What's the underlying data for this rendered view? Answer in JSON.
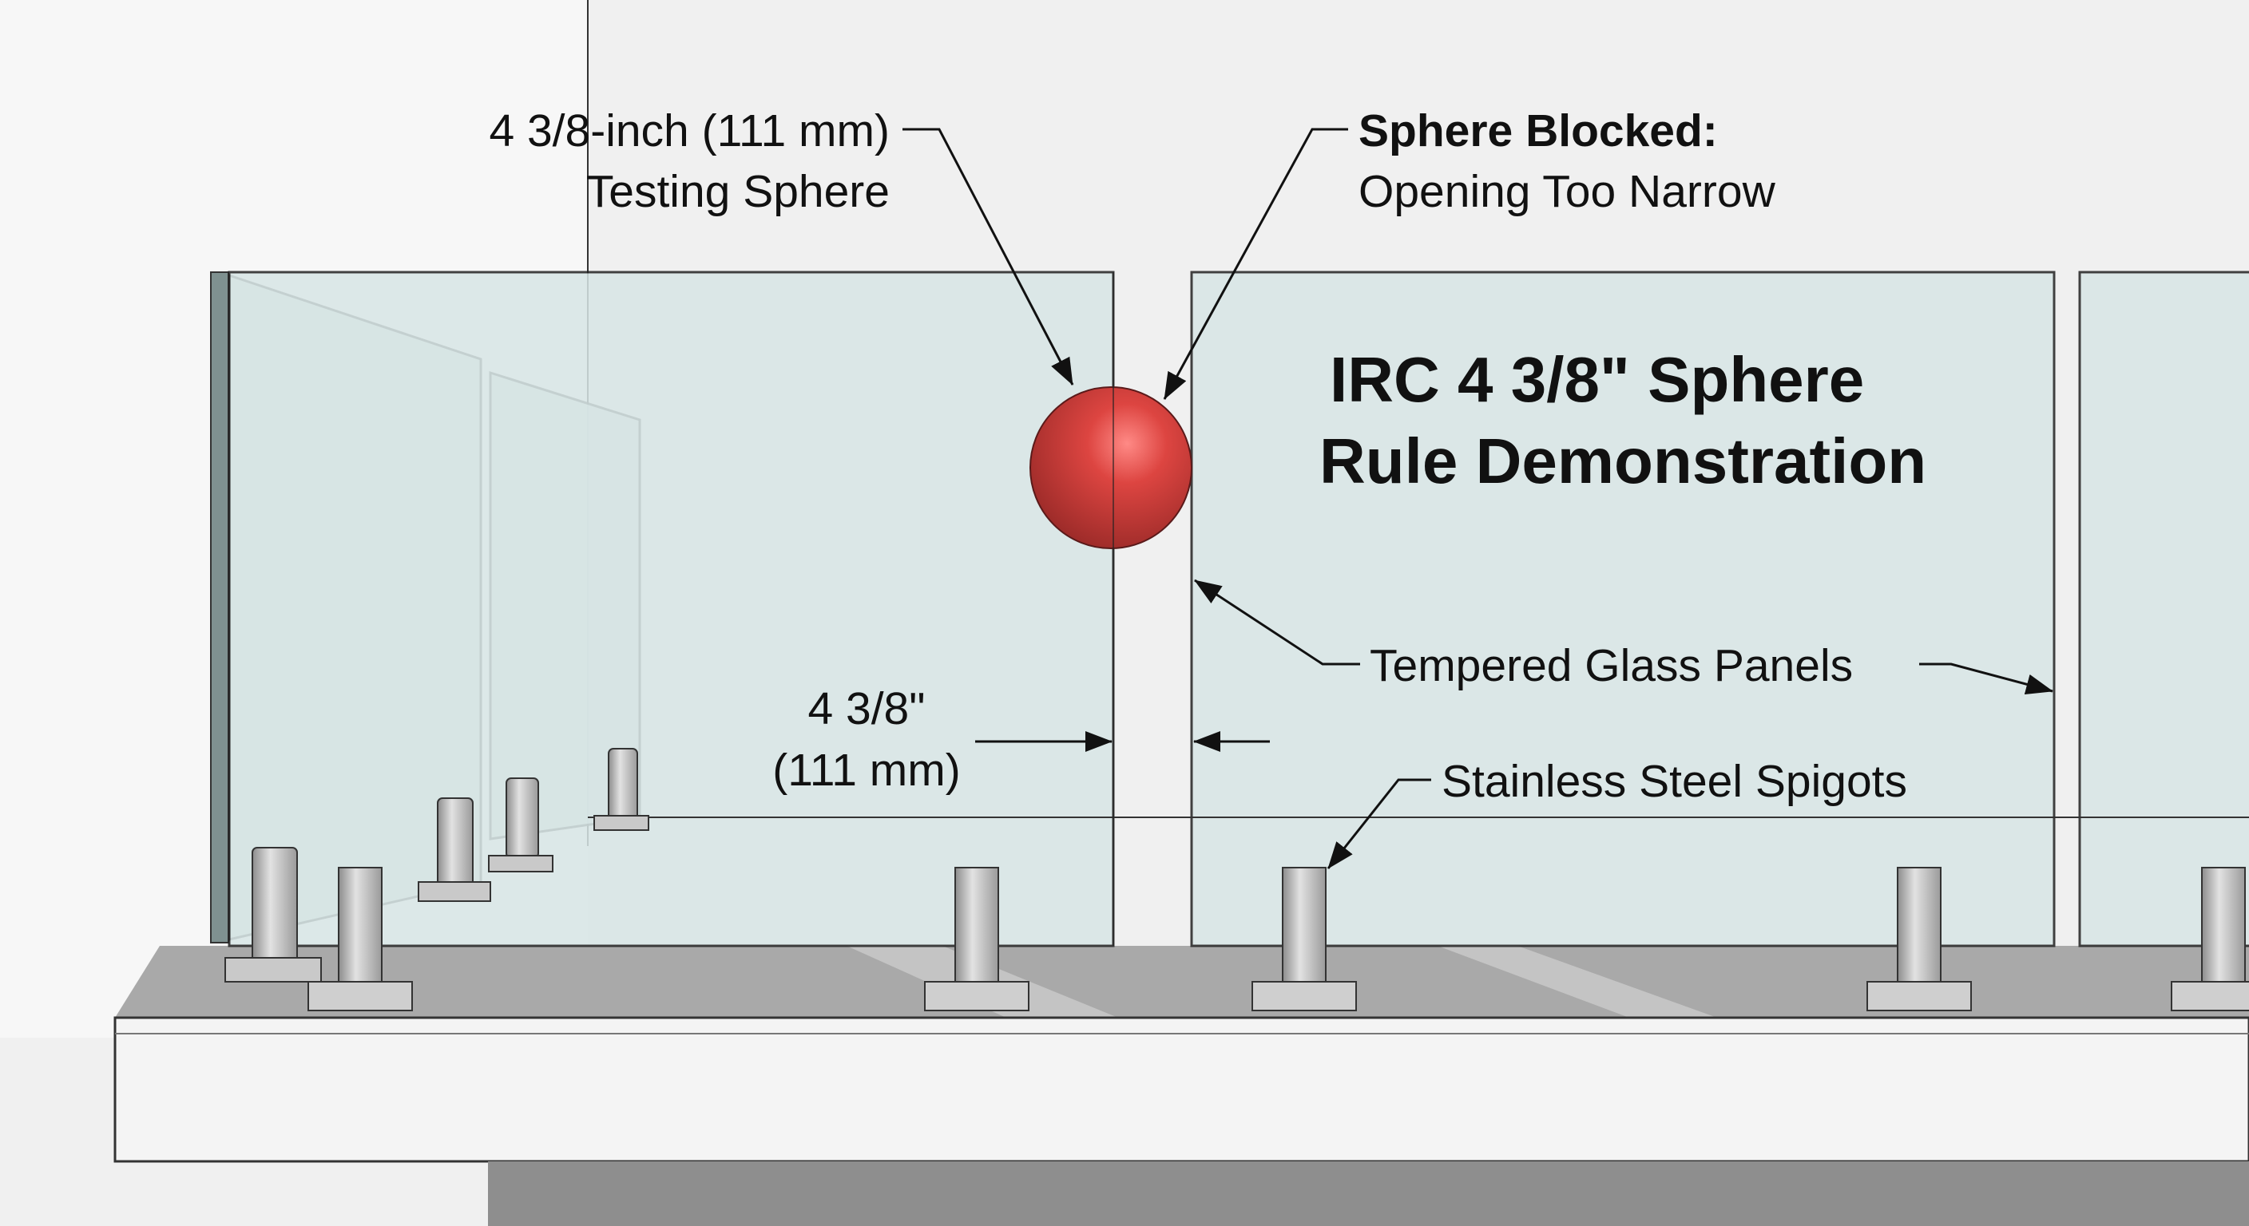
{
  "title": {
    "line1": "IRC 4 3/8\" Sphere",
    "line2": "Rule Demonstration"
  },
  "callouts": {
    "sphere_size": {
      "line1": "4 3/8-inch (111 mm)",
      "line2": "Testing Sphere"
    },
    "sphere_blocked": {
      "line1": "Sphere Blocked:",
      "line2": "Opening Too Narrow"
    },
    "glass": "Tempered Glass Panels",
    "spigots": "Stainless Steel Spigots",
    "gap": {
      "line1": "4 3/8\"",
      "line2": "(111 mm)"
    }
  },
  "colors": {
    "sphere": "#d9413f",
    "glass": "#d8e6e6",
    "deck_top": "#a9a9a9",
    "deck_front": "#f4f4f4"
  }
}
